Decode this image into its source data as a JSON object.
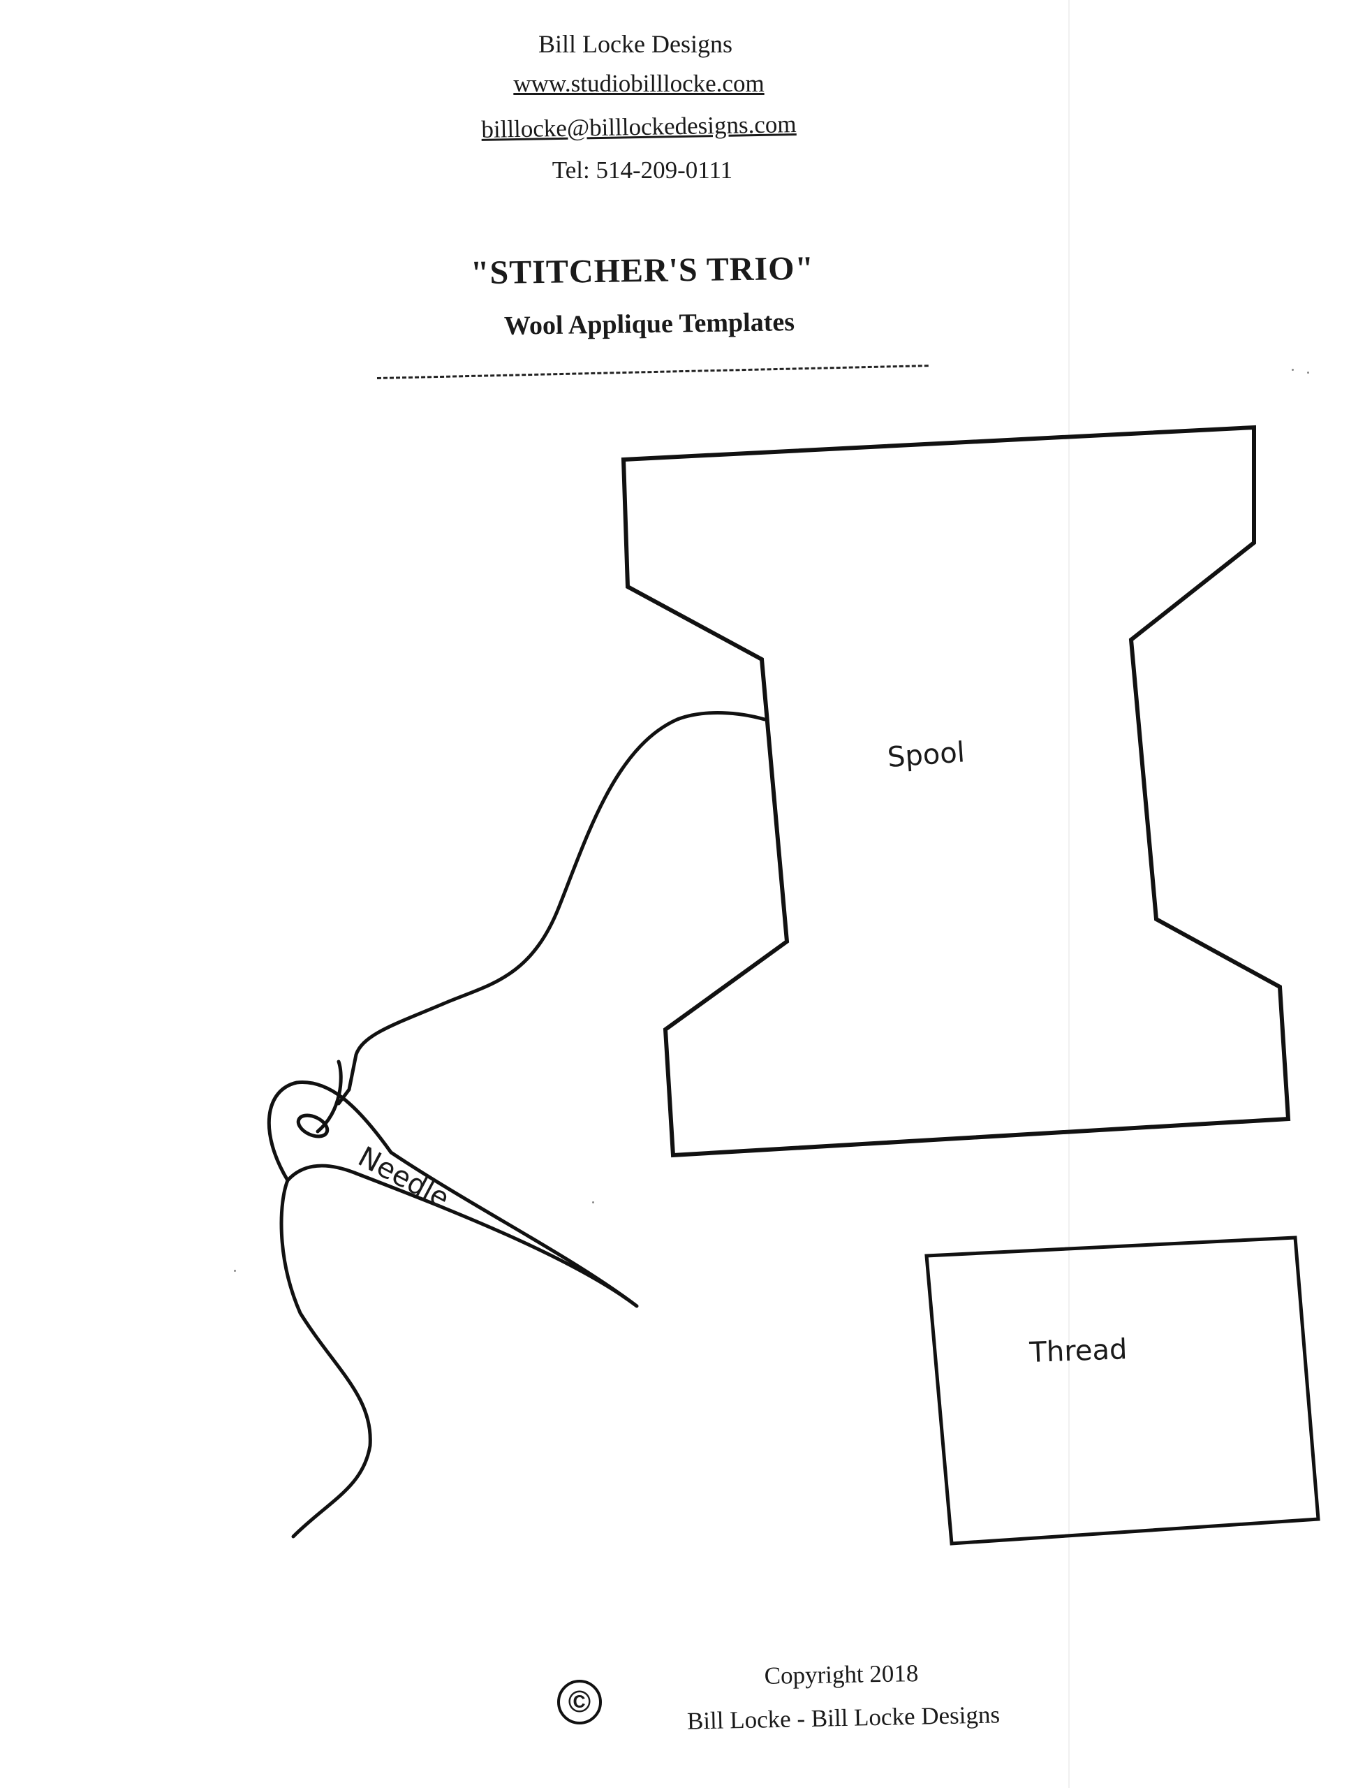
{
  "header": {
    "company_name": "Bill Locke Designs",
    "website": "www.studiobilllocke.com",
    "email": "billlocke@billlockedesigns.com",
    "phone": "Tel:  514-209-0111"
  },
  "title": "\"STITCHER'S TRIO\"",
  "subtitle": "Wool Applique Templates",
  "templates": {
    "spool_label": "Spool",
    "needle_label": "Needle",
    "thread_label": "Thread"
  },
  "footer": {
    "copyright_symbol": "©",
    "copyright_year": "Copyright 2018",
    "copyright_owner": "Bill Locke - Bill Locke Designs"
  }
}
